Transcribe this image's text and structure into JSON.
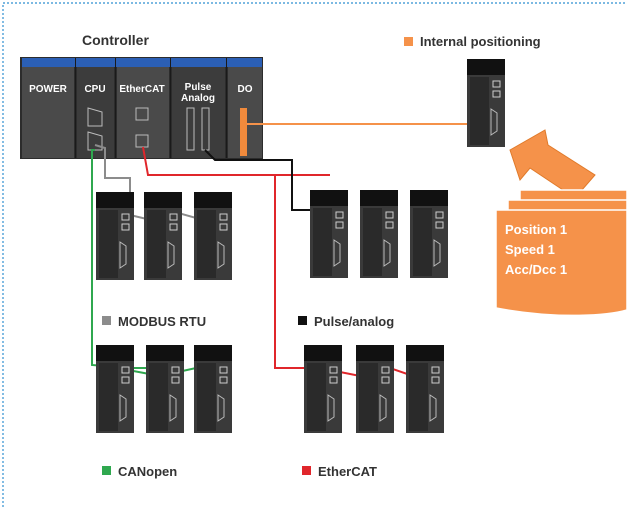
{
  "controller_title": "Controller",
  "internal_positioning": "Internal positioning",
  "modules": [
    "POWER",
    "CPU",
    "EtherCAT",
    "Pulse",
    "Analog",
    "DO"
  ],
  "groups": {
    "modbus": "MODBUS RTU",
    "pulse_analog": "Pulse/analog",
    "canopen": "CANopen",
    "ethercat": "EtherCAT"
  },
  "note_lines": [
    "Position 1",
    "Speed 1",
    "Acc/Dcc 1"
  ],
  "colors": {
    "modbus": "#8c8c8c",
    "pulse_analog": "#111111",
    "canopen": "#2fa84f",
    "ethercat": "#e0262b",
    "internal": "#f5924a",
    "frame": "#2f8fd0",
    "module_top": "#2b5fb5"
  }
}
